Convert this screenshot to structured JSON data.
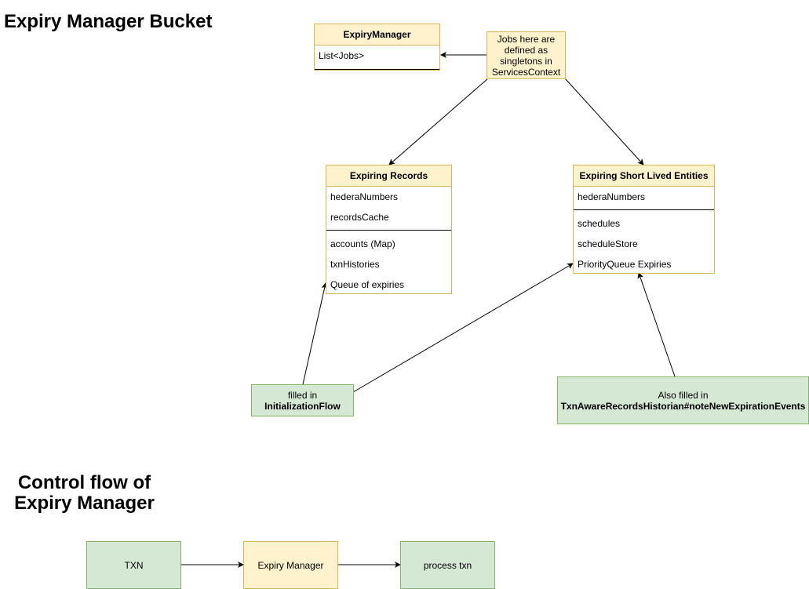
{
  "titles": {
    "bucket": "Expiry Manager Bucket",
    "control_flow_line1": "Control flow of",
    "control_flow_line2": "Expiry Manager"
  },
  "expiry_manager": {
    "name": "ExpiryManager",
    "fields": [
      "List<Jobs>"
    ]
  },
  "jobs_note": {
    "lines": [
      "Jobs here are",
      "defined as",
      "singletons in",
      "ServicesContext"
    ]
  },
  "expiring_records": {
    "name": "Expiring Records",
    "fields": [
      "hederaNumbers",
      "recordsCache"
    ],
    "items": [
      "accounts (Map)",
      "txnHistories",
      "Queue of expiries"
    ]
  },
  "short_lived": {
    "name": "Expiring Short Lived Entities",
    "fields": [
      "hederaNumbers"
    ],
    "items": [
      "schedules",
      "scheduleStore",
      "PriorityQueue Expiries"
    ]
  },
  "init_flow": {
    "line1": "filled in",
    "line2": "InitializationFlow"
  },
  "historian": {
    "line1": "Also filled in",
    "line2": "TxnAwareRecordsHistorian#noteNewExpirationEvents"
  },
  "flow": {
    "txn": "TXN",
    "manager": "Expiry Manager",
    "process": "process txn"
  },
  "colors": {
    "yellow_fill": "#fff2cc",
    "yellow_stroke": "#d6b656",
    "green_fill": "#d5e8d4",
    "green_stroke": "#82b366"
  }
}
